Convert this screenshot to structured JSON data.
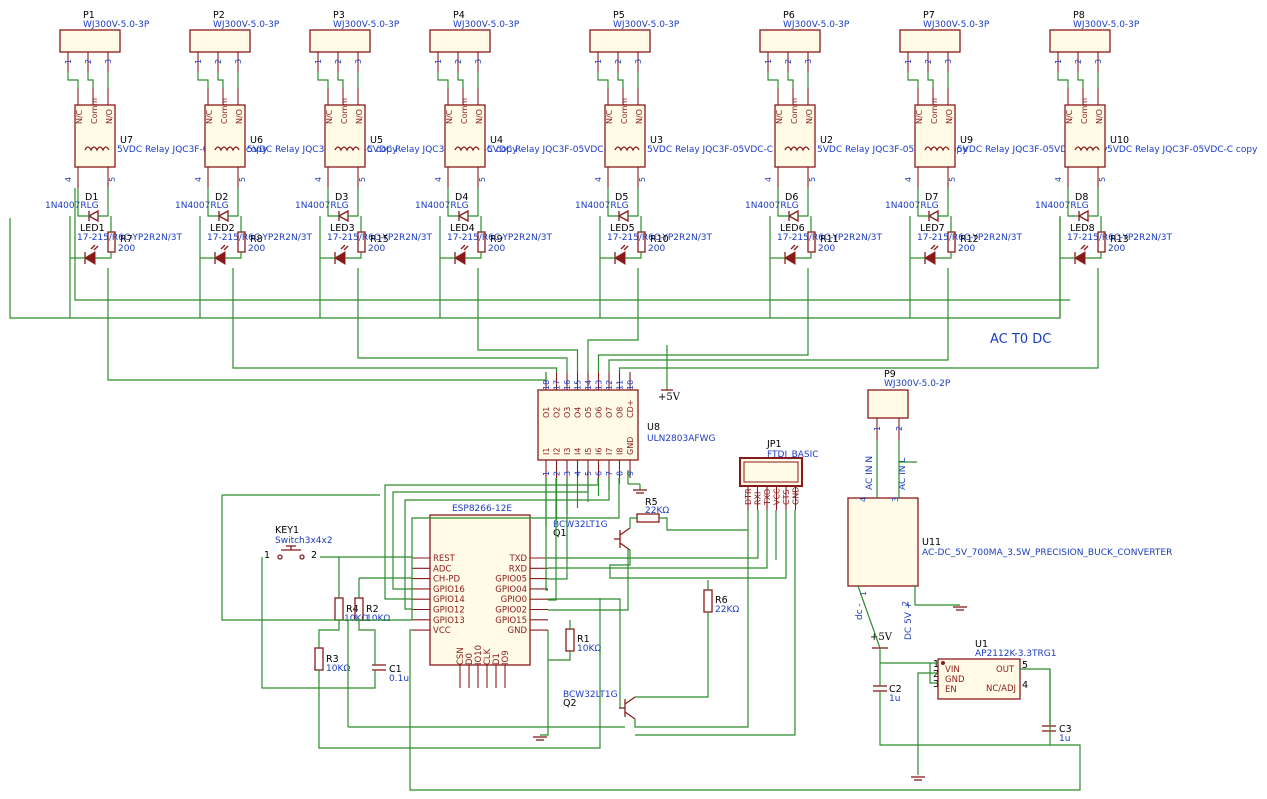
{
  "channels": [
    {
      "conn": "P1",
      "conn_val": "WJ300V-5.0-3P",
      "relay": "U7",
      "relay_val": "5VDC Relay JQC3F-05VDC-C copy",
      "diode": "D1",
      "diode_val": "1N4007RLG",
      "led": "LED1",
      "led_val": "17-215/R6C-YP2R2N/3T",
      "res": "R7",
      "res_val": "200"
    },
    {
      "conn": "P2",
      "conn_val": "WJ300V-5.0-3P",
      "relay": "U6",
      "relay_val": "5VDC Relay JQC3F-05VDC-C copy",
      "diode": "D2",
      "diode_val": "1N4007RLG",
      "led": "LED2",
      "led_val": "17-215/R6C-YP2R2N/3T",
      "res": "R8",
      "res_val": "200"
    },
    {
      "conn": "P3",
      "conn_val": "WJ300V-5.0-3P",
      "relay": "U5",
      "relay_val": "5VDC Relay JQC3F-05VDC-C copy",
      "diode": "D3",
      "diode_val": "1N4007RLG",
      "led": "LED3",
      "led_val": "17-215/R6C-YP2R2N/3T",
      "res": "R15",
      "res_val": "200"
    },
    {
      "conn": "P4",
      "conn_val": "WJ300V-5.0-3P",
      "relay": "U4",
      "relay_val": "5VDC Relay JQC3F-05VDC-C copy",
      "diode": "D4",
      "diode_val": "1N4007RLG",
      "led": "LED4",
      "led_val": "17-215/R6C-YP2R2N/3T",
      "res": "R9",
      "res_val": "200"
    },
    {
      "conn": "P5",
      "conn_val": "WJ300V-5.0-3P",
      "relay": "U3",
      "relay_val": "5VDC Relay JQC3F-05VDC-C copy",
      "diode": "D5",
      "diode_val": "1N4007RLG",
      "led": "LED5",
      "led_val": "17-215/R6C-YP2R2N/3T",
      "res": "R10",
      "res_val": "200"
    },
    {
      "conn": "P6",
      "conn_val": "WJ300V-5.0-3P",
      "relay": "U2",
      "relay_val": "5VDC Relay JQC3F-05VDC-C copy",
      "diode": "D6",
      "diode_val": "1N4007RLG",
      "led": "LED6",
      "led_val": "17-215/R6C-YP2R2N/3T",
      "res": "R11",
      "res_val": "200"
    },
    {
      "conn": "P7",
      "conn_val": "WJ300V-5.0-3P",
      "relay": "U9",
      "relay_val": "5VDC Relay JQC3F-05VDC-C copy",
      "diode": "D7",
      "diode_val": "1N4007RLG",
      "led": "LED7",
      "led_val": "17-215/R6C-YP2R2N/3T",
      "res": "R12",
      "res_val": "200"
    },
    {
      "conn": "P8",
      "conn_val": "WJ300V-5.0-3P",
      "relay": "U10",
      "relay_val": "5VDC Relay JQC3F-05VDC-C copy",
      "diode": "D8",
      "diode_val": "1N4007RLG",
      "led": "LED8",
      "led_val": "17-215/R6C-YP2R2N/3T",
      "res": "R13",
      "res_val": "200"
    }
  ],
  "relay_pins": {
    "nc": "N/C",
    "comm": "Comm",
    "no": "N/O"
  },
  "conn_pins": [
    "1",
    "2",
    "3"
  ],
  "relay_coil_pins": [
    "4",
    "5"
  ],
  "ac_label": "AC T0 DC",
  "uln": {
    "ref": "U8",
    "val": "ULN2803AFWG",
    "top_nums": [
      "18",
      "17",
      "16",
      "15",
      "14",
      "13",
      "12",
      "11",
      "10"
    ],
    "top_names": [
      "O1",
      "O2",
      "O3",
      "O4",
      "O5",
      "O6",
      "O7",
      "O8",
      "CD+"
    ],
    "bot_nums": [
      "1",
      "2",
      "3",
      "4",
      "5",
      "6",
      "7",
      "8",
      "9"
    ],
    "bot_names": [
      "I1",
      "I2",
      "I3",
      "I4",
      "I5",
      "I6",
      "I7",
      "I8",
      "GND"
    ]
  },
  "plus5v": "+5V",
  "esp": {
    "val": "ESP8266-12E",
    "left": [
      "REST",
      "ADC",
      "CH-PD",
      "GPIO16",
      "GPIO14",
      "GPIO12",
      "GPIO13",
      "VCC"
    ],
    "right": [
      "TXD",
      "RXD",
      "GPIO05",
      "GPIO04",
      "GPIO0",
      "GPIO02",
      "GPIO15",
      "GND"
    ],
    "bottom": [
      "CSN",
      "D0",
      "IO10",
      "CLK",
      "D1",
      "IO9"
    ]
  },
  "ftdi": {
    "ref": "JP1",
    "val": "FTDI_BASIC",
    "pins": [
      "DTR",
      "RXI",
      "TXO",
      "VCC",
      "CTS",
      "GND"
    ]
  },
  "key": {
    "ref": "KEY1",
    "val": "Switch3x4x2",
    "pin1": "1",
    "pin2": "2"
  },
  "passives": [
    {
      "ref": "R4",
      "val": "10KΩ"
    },
    {
      "ref": "R2",
      "val": "10KΩ"
    },
    {
      "ref": "R3",
      "val": "10KΩ"
    },
    {
      "ref": "C1",
      "val": "0.1u"
    },
    {
      "ref": "R1",
      "val": "10KΩ"
    },
    {
      "ref": "R5",
      "val": "22KΩ"
    },
    {
      "ref": "R6",
      "val": "22KΩ"
    },
    {
      "ref": "C2",
      "val": "1u"
    },
    {
      "ref": "C3",
      "val": "1u"
    }
  ],
  "q1": {
    "val": "BCW32LT1G",
    "ref": "Q1"
  },
  "q2": {
    "val": "BCW32LT1G",
    "ref": "Q2"
  },
  "p9": {
    "ref": "P9",
    "val": "WJ300V-5.0-2P",
    "pins": [
      "1",
      "2"
    ]
  },
  "u11": {
    "ref": "U11",
    "val": "AC-DC_5V_700MA_3.5W_PRECISION_BUCK_CONVERTER",
    "acn": "AC IN N",
    "acl": "AC IN L",
    "dcm": "dc -",
    "dcp": "DC 5V +",
    "p4": "4",
    "p3": "3",
    "p1": "1",
    "p2": "2"
  },
  "u1": {
    "ref": "U1",
    "val": "AP2112K-3.3TRG1",
    "vin": "VIN",
    "gnd": "GND",
    "en": "EN",
    "out": "OUT",
    "nc": "NC/ADJ",
    "n1": "1",
    "n2": "2",
    "n3": "3",
    "n4": "4",
    "n5": "5"
  }
}
